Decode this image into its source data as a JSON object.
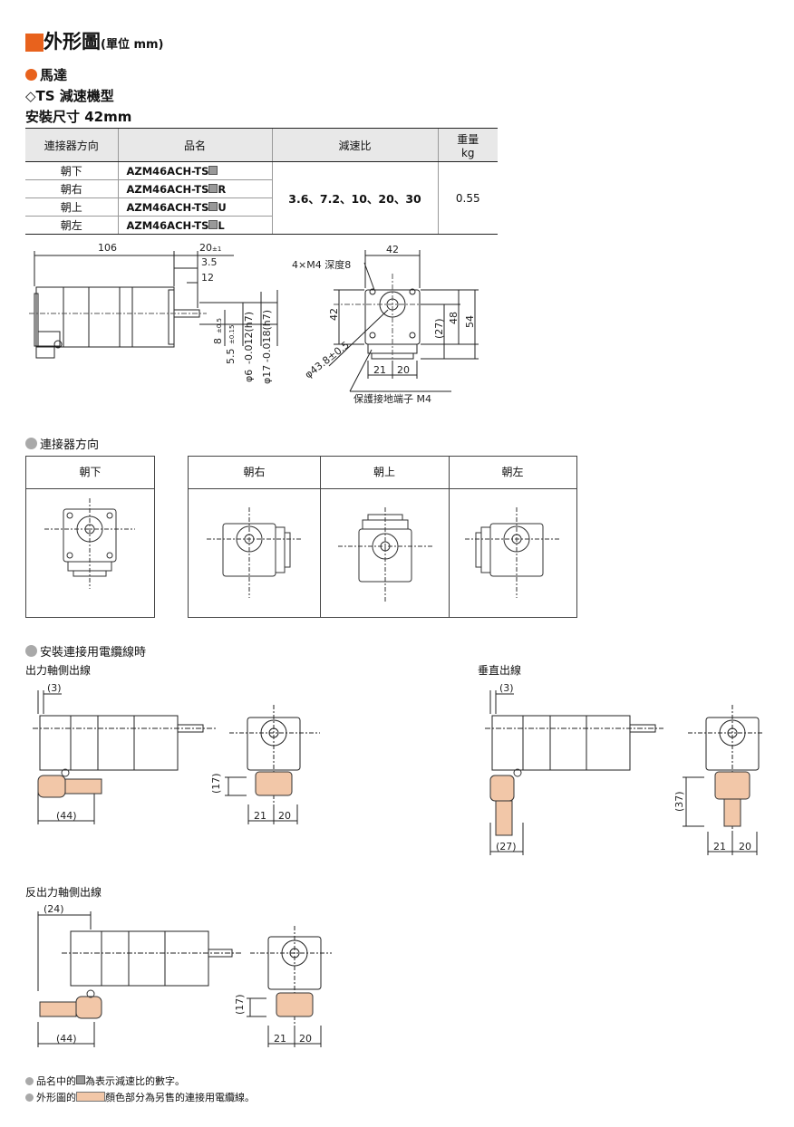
{
  "heading": {
    "title": "外形圖",
    "unit": "(單位 mm)"
  },
  "section1": "馬達",
  "section1_type": "◇TS 減速機型",
  "section1_size": "安裝尺寸 42mm",
  "table": {
    "headers": [
      "連接器方向",
      "品名",
      "減速比",
      "重量",
      "kg"
    ],
    "rows": [
      {
        "dir": "朝下",
        "model_prefix": "AZM46ACH-TS",
        "model_suffix": ""
      },
      {
        "dir": "朝右",
        "model_prefix": "AZM46ACH-TS",
        "model_suffix": "R"
      },
      {
        "dir": "朝上",
        "model_prefix": "AZM46ACH-TS",
        "model_suffix": "U"
      },
      {
        "dir": "朝左",
        "model_prefix": "AZM46ACH-TS",
        "model_suffix": "L"
      }
    ],
    "ratio": "3.6、7.2、10、20、30",
    "weight": "0.55"
  },
  "dims": {
    "length": "106",
    "shaft_len": "20",
    "shaft_tol": "±1",
    "d35": "3.5",
    "d12": "12",
    "flange": "42",
    "screws": "4×M4 深度8",
    "h42": "42",
    "h27": "(27)",
    "h48": "48",
    "h54": "54",
    "pcd": "φ43.8±0.5",
    "w21": "21",
    "w20": "20",
    "ground": "保護接地端子 M4",
    "key8": "8",
    "key8_tol": "±0.5",
    "d55": "5.5",
    "d55_tol": "±0.15",
    "d6": "φ6",
    "d6_fit": "-0.012(h7)",
    "d17": "φ17",
    "d17_fit": "-0.018(h7)"
  },
  "section2": "連接器方向",
  "directions": [
    "朝下",
    "朝右",
    "朝上",
    "朝左"
  ],
  "section3": "安裝連接用電纜線時",
  "output_side": "出力軸側出線",
  "vertical": "垂直出線",
  "opposite": "反出力軸側出線",
  "cable_dims": {
    "a3": "(3)",
    "a44": "(44)",
    "a17": "(17)",
    "a21": "21",
    "a20": "20",
    "b3": "(3)",
    "b27": "(27)",
    "b37": "(37)",
    "b21": "21",
    "b20": "20",
    "c24": "(24)",
    "c44": "(44)",
    "c17": "(17)",
    "c21": "21",
    "c20": "20"
  },
  "notes": {
    "n1_before": "品名中的",
    "n1_after": "為表示減速比的數字。",
    "n2_before": "外形圖的",
    "n2_after": "顏色部分為另售的連接用電纜線。"
  },
  "colors": {
    "accent": "#e8621d",
    "cable": "#f2c7a8",
    "header_bg": "#e8e8e8"
  }
}
